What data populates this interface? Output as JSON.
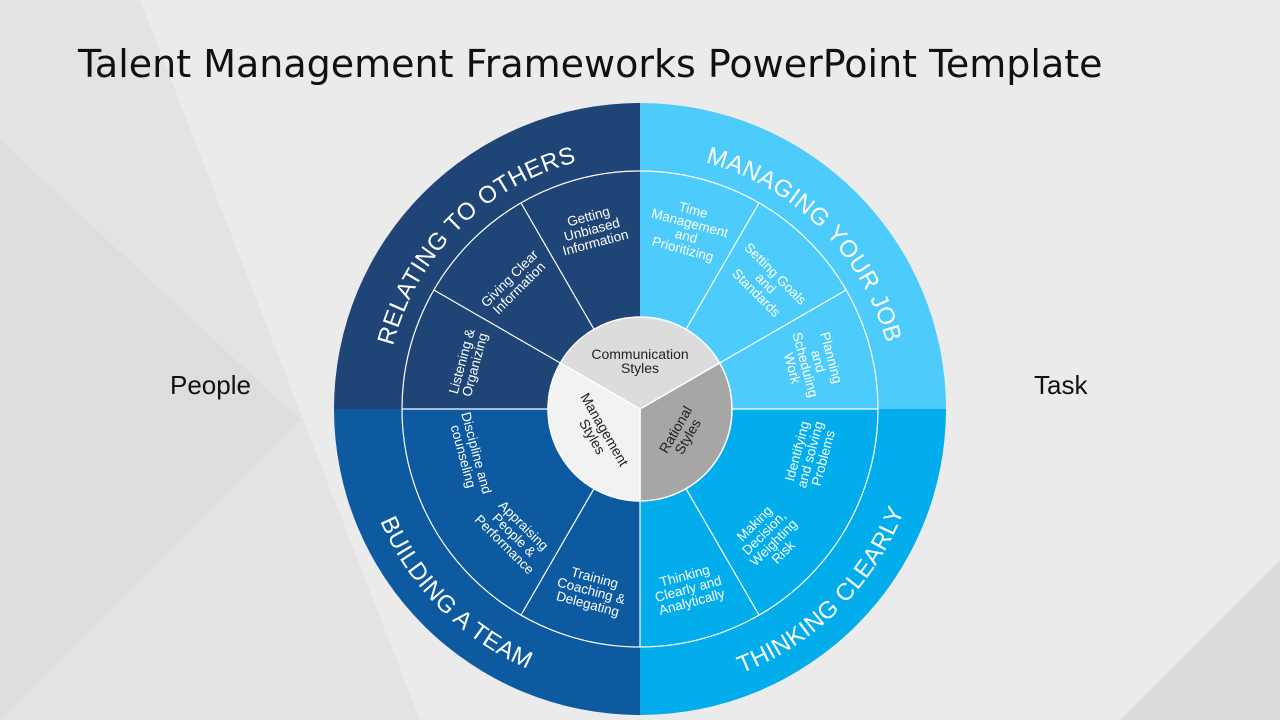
{
  "title": "Talent Management Frameworks PowerPoint Template",
  "left_label": "People",
  "right_label": "Task",
  "quadrants": [
    {
      "name": "RELATING TO OTHERS",
      "color": "#1f4576",
      "items": [
        "Listening &\nOrganizing",
        "Giving Clear\nInformation",
        "Getting\nUnbiased\nInformation"
      ]
    },
    {
      "name": "MANAGING YOUR JOB",
      "color": "#4dcbfa",
      "items": [
        "Time\nManagement\nand\nPrioritizing",
        "Setting Goals\nand\nStandards",
        "Planning\nand\nScheduling\nWork"
      ]
    },
    {
      "name": "THINKING   CLEARLY",
      "color": "#03adeb",
      "items": [
        "Identifying\nand solving\nProblems",
        "Making\nDecision,\nWeighting\nRisk",
        "Thinking\nClearly and\nAnalytically"
      ]
    },
    {
      "name": "BUILDING   A   TEAM",
      "color": "#0d5aa0",
      "items": [
        "Training\nCoaching &\nDelegating",
        "Appraising\nPeople &\nPerformance",
        "Discipline and\ncounseling"
      ]
    }
  ],
  "center": [
    {
      "label": "Communication\nStyles",
      "color": "#dcdcdc",
      "text_color": "#222222"
    },
    {
      "label": "Rational\nStyles",
      "color": "#a6a6a6",
      "text_color": "#222222"
    },
    {
      "label": "Management\nStyles",
      "color": "#f2f2f2",
      "text_color": "#222222"
    }
  ]
}
